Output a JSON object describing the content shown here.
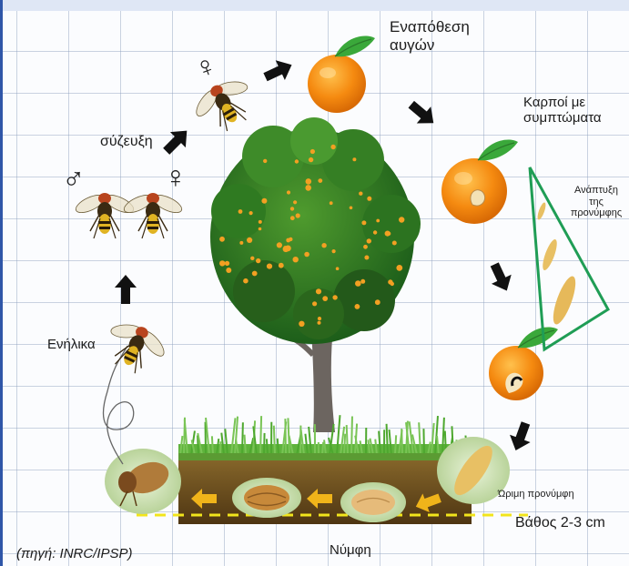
{
  "labels": {
    "egg_laying": "Εναπόθεση\nαυγών",
    "fruit_symptoms": "Καρποί με\nσυμπτώματα",
    "larva_development": "Ανάπτυξη\nτης\nπρονύμφης",
    "mating": "σύζευξη",
    "adults": "Ενήλικα",
    "mature_larva": "Ώριμη προνύμφη",
    "depth": "Βάθος 2-3 cm",
    "pupa": "Νύμφη",
    "source": "(πηγή: INRC/IPSP)"
  },
  "symbols": {
    "male": "♂",
    "female": "♀",
    "female_fertilized": "♀"
  },
  "colors": {
    "arrow": "#111111",
    "orange": "#f28a12",
    "leaf": "#3aa83a",
    "soil": "#6b4a1c",
    "depth_line": "#f2e51b",
    "triangle": "#1f9d55",
    "accent_bar": "#2f56a8"
  },
  "icons": [
    "fly-icon",
    "orange-fruit-icon",
    "tree-icon",
    "larva-icon",
    "pupa-icon",
    "arrow-icon"
  ]
}
